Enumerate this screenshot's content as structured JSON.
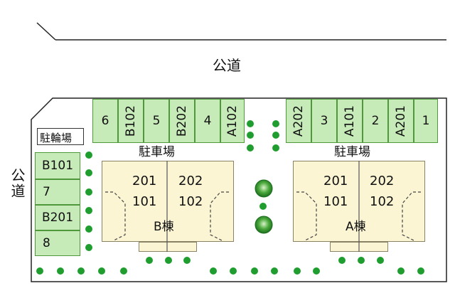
{
  "roads": {
    "top_label": "公道",
    "left_label": "公道"
  },
  "bike_parking": {
    "label": "駐輪場"
  },
  "parking_lots": [
    {
      "label": "駐車場"
    },
    {
      "label": "駐車場"
    }
  ],
  "top_spaces_left": [
    "6",
    "B102",
    "5",
    "B202",
    "4",
    "A102"
  ],
  "top_spaces_right": [
    "A202",
    "3",
    "A101",
    "2",
    "A201",
    "1"
  ],
  "left_spaces": [
    "B101",
    "7",
    "B201",
    "8"
  ],
  "buildings": [
    {
      "name": "B棟",
      "units_upper": [
        "201",
        "202"
      ],
      "units_lower": [
        "101",
        "102"
      ]
    },
    {
      "name": "A棟",
      "units_upper": [
        "201",
        "202"
      ],
      "units_lower": [
        "101",
        "102"
      ]
    }
  ],
  "colors": {
    "parking_fill": "#c7eab9",
    "parking_border": "#4e9a3a",
    "building_fill": "#fbf5d4",
    "tree": "#1f9e2f"
  },
  "icons": {
    "tree": "tree-icon",
    "shrub": "shrub-icon"
  }
}
